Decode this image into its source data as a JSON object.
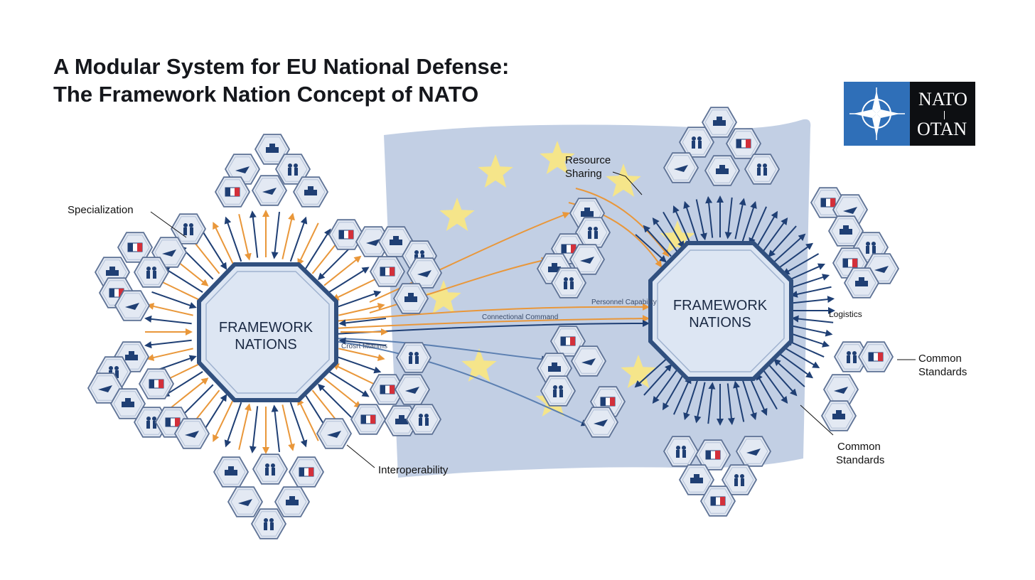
{
  "title": {
    "line1": "A Modular System for EU National Defense:",
    "line2": "The Framework Nation Concept of NATO"
  },
  "logo": {
    "line1": "NATO",
    "line2": "OTAN",
    "icon": "compass-rose-icon"
  },
  "hubs": {
    "left": {
      "line1": "FRAMEWORK",
      "line2": "NATIONS"
    },
    "right": {
      "line1": "FRAMEWORK",
      "line2": "NATIONS"
    }
  },
  "labels": {
    "specialization": "Specialization",
    "resource_sharing_1": "Resource",
    "resource_sharing_2": "Sharing",
    "interoperability": "Interoperability",
    "logistics": "Logistics",
    "common_standards_right_1": "Common",
    "common_standards_right_2": "Standards",
    "common_standards_bottom_1": "Common",
    "common_standards_bottom_2": "Standards",
    "connectional_command": "Connectional Command",
    "personnel_capability": "Personnel Capability",
    "crosshatch_label": "Crosrt fittanms"
  },
  "colors": {
    "navy": "#1f3f74",
    "orange": "#e9973a",
    "flag_blue": "#b7c7df",
    "star_yellow": "#f5e58a",
    "hub_fill": "#dde6f3",
    "module_fill": "#e3e9f3"
  },
  "icons": [
    "helicopter-icon",
    "jet-icon",
    "tank-icon",
    "soldiers-icon",
    "ship-icon",
    "submarine-icon",
    "radar-icon",
    "satellite-icon",
    "medic-icon",
    "rocket-icon",
    "anchor-icon",
    "flag-icon"
  ]
}
